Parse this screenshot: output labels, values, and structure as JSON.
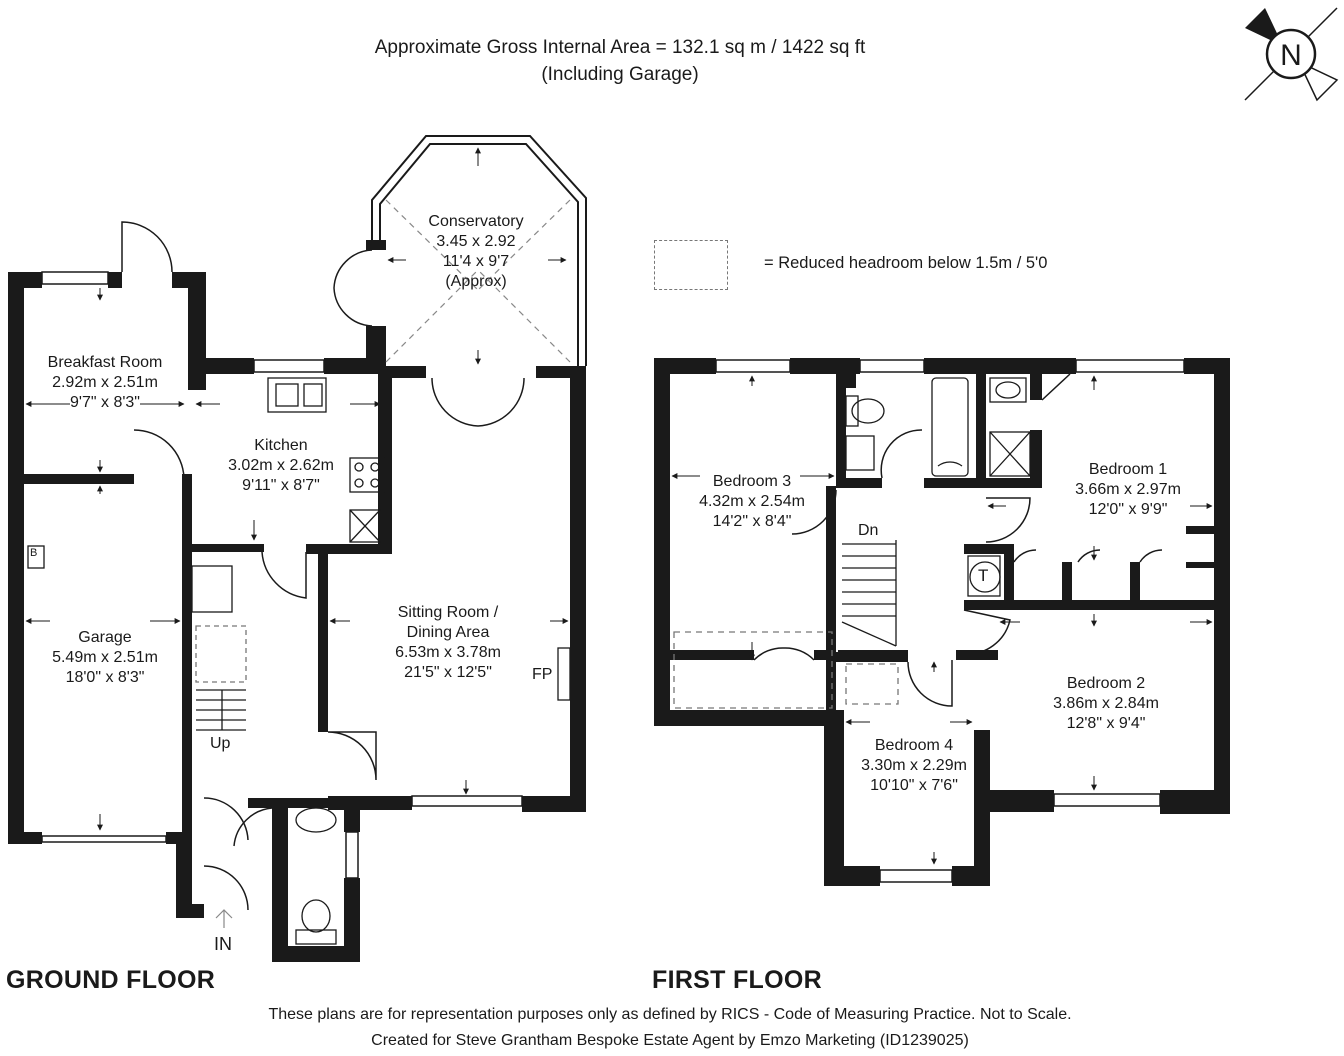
{
  "header": {
    "line1": "Approximate Gross Internal Area = 132.1 sq m / 1422 sq ft",
    "line2": "(Including Garage)"
  },
  "legend": {
    "text": "= Reduced headroom below 1.5m / 5'0"
  },
  "compass": {
    "letter": "N"
  },
  "floors": {
    "ground": "GROUND FLOOR",
    "first": "FIRST FLOOR"
  },
  "ground_rooms": {
    "conservatory": {
      "name": "Conservatory",
      "metric": "3.45 x 2.92",
      "imperial": "11'4 x 9'7",
      "note": "(Approx)"
    },
    "breakfast": {
      "name": "Breakfast Room",
      "metric": "2.92m x 2.51m",
      "imperial": "9'7\" x 8'3\""
    },
    "kitchen": {
      "name": "Kitchen",
      "metric": "3.02m x 2.62m",
      "imperial": "9'11\" x 8'7\""
    },
    "garage": {
      "name": "Garage",
      "metric": "5.49m x 2.51m",
      "imperial": "18'0\" x 8'3\""
    },
    "sitting": {
      "name": "Sitting Room /",
      "name2": "Dining Area",
      "metric": "6.53m x 3.78m",
      "imperial": "21'5\" x 12'5\""
    }
  },
  "first_rooms": {
    "bedroom3": {
      "name": "Bedroom 3",
      "metric": "4.32m x 2.54m",
      "imperial": "14'2\" x 8'4\""
    },
    "bedroom1": {
      "name": "Bedroom 1",
      "metric": "3.66m x 2.97m",
      "imperial": "12'0\" x 9'9\""
    },
    "bedroom2": {
      "name": "Bedroom 2",
      "metric": "3.86m x 2.84m",
      "imperial": "12'8\" x 9'4\""
    },
    "bedroom4": {
      "name": "Bedroom 4",
      "metric": "3.30m x 2.29m",
      "imperial": "10'10\" x 7'6\""
    }
  },
  "tags": {
    "boiler": "B",
    "fireplace": "FP",
    "up": "Up",
    "entrance": "IN",
    "down": "Dn",
    "tank": "T"
  },
  "footer": {
    "line1": "These plans are for representation purposes only as defined by RICS - Code of Measuring Practice. Not to Scale.",
    "line2": "Created for Steve Grantham Bespoke Estate Agent by Emzo Marketing (ID1239025)"
  }
}
